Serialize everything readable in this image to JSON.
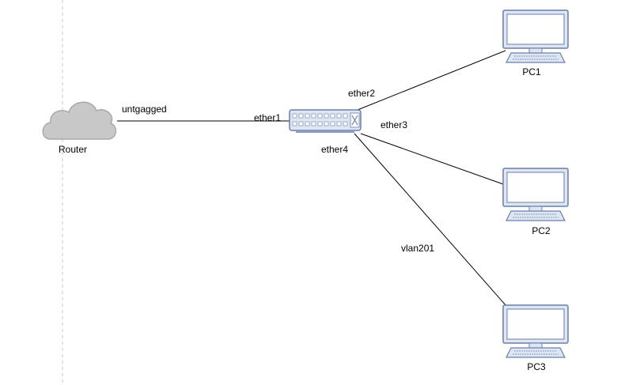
{
  "diagram": {
    "nodes": {
      "router": {
        "label": "Router",
        "icon": "cloud-icon"
      },
      "switch": {
        "icon": "switch-icon"
      },
      "pc1": {
        "label": "PC1",
        "icon": "desktop-computer-icon"
      },
      "pc2": {
        "label": "PC2",
        "icon": "desktop-computer-icon"
      },
      "pc3": {
        "label": "PC3",
        "icon": "desktop-computer-icon"
      }
    },
    "links": {
      "router_switch": {
        "label": "untgagged"
      },
      "switch_pc3": {
        "label": "vlan201"
      }
    },
    "ports": {
      "ether1": "ether1",
      "ether2": "ether2",
      "ether3": "ether3",
      "ether4": "ether4"
    }
  },
  "colors": {
    "cloud_fill": "#c8c8c8",
    "cloud_stroke": "#a8a8a8",
    "device_stroke": "#6b7fa8",
    "device_fill": "#dfe6f3",
    "screen_fill": "#ffffff",
    "link": "#000000",
    "dashed_divider": "#c8c8c8"
  }
}
